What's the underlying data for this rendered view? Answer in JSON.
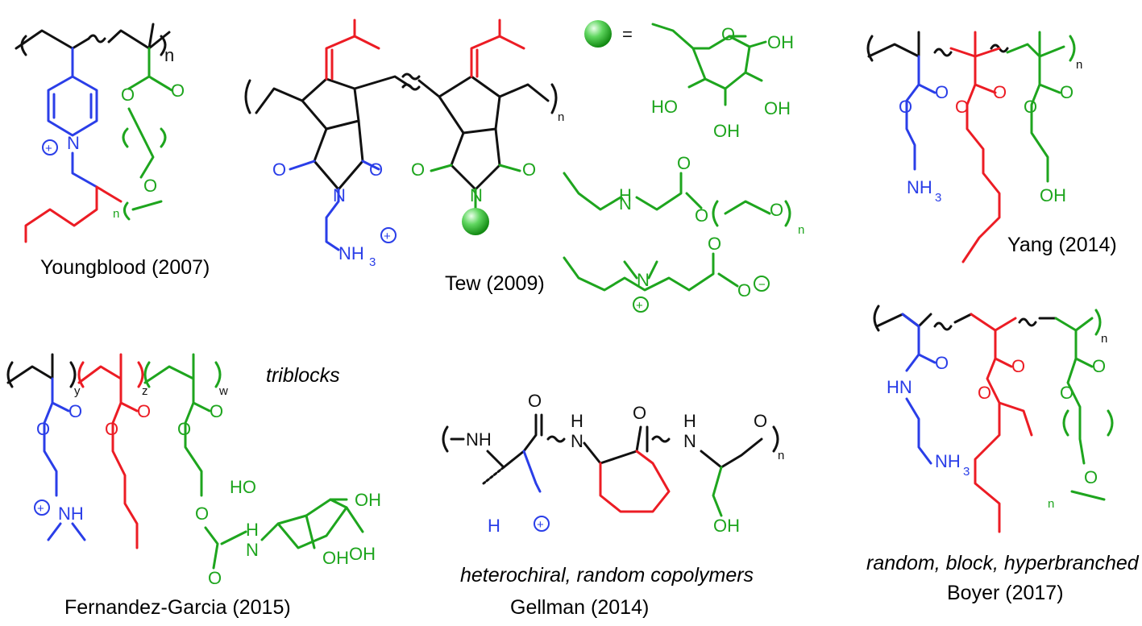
{
  "polymers": [
    {
      "id": "youngblood",
      "caption": "Youngblood (2007)"
    },
    {
      "id": "tew",
      "caption": "Tew (2009)"
    },
    {
      "id": "yang",
      "caption": "Yang (2014)"
    },
    {
      "id": "fernandez",
      "caption": "Fernandez-Garcia (2015)",
      "note": "triblocks"
    },
    {
      "id": "gellman",
      "caption": "Gellman (2014)",
      "note": "heterochiral, random copolymers"
    },
    {
      "id": "boyer",
      "caption": "Boyer (2017)",
      "note": "random, block, hyperbranched"
    }
  ],
  "atoms": {
    "O": "O",
    "N": "N",
    "NH": "NH",
    "HN": "HN",
    "OH": "OH",
    "HO": "HO",
    "H": "H",
    "NH3": "NH",
    "sub3": "3",
    "H3N": "H",
    "n": "n",
    "y": "y",
    "z": "z",
    "w": "w",
    "plus": "+",
    "minus": "−",
    "equals": "="
  },
  "colors": {
    "cationic": "#2a3ee8",
    "hydrophobic": "#ec1c24",
    "hydrophilic": "#1ea51e",
    "backbone": "#111111"
  }
}
